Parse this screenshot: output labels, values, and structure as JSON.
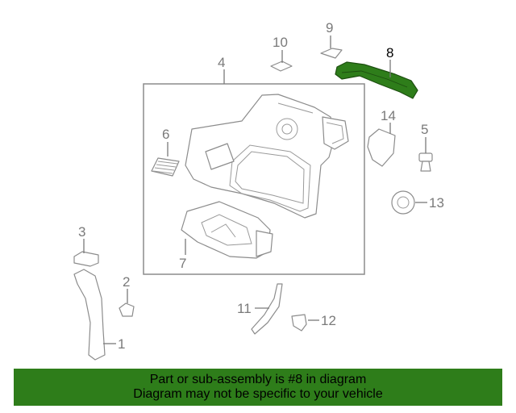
{
  "diagram": {
    "highlight_color": "#2e7d1a",
    "callouts": {
      "c1": "1",
      "c2": "2",
      "c3": "3",
      "c4": "4",
      "c5": "5",
      "c6": "6",
      "c7": "7",
      "c8": "8",
      "c9": "9",
      "c10": "10",
      "c11": "11",
      "c12": "12",
      "c13": "13",
      "c14": "14"
    },
    "highlighted_callout": "8"
  },
  "banner": {
    "line1": "Part or sub-assembly is #8 in diagram",
    "line2": "Diagram may not be specific to your vehicle",
    "background": "#2e7d1a"
  }
}
